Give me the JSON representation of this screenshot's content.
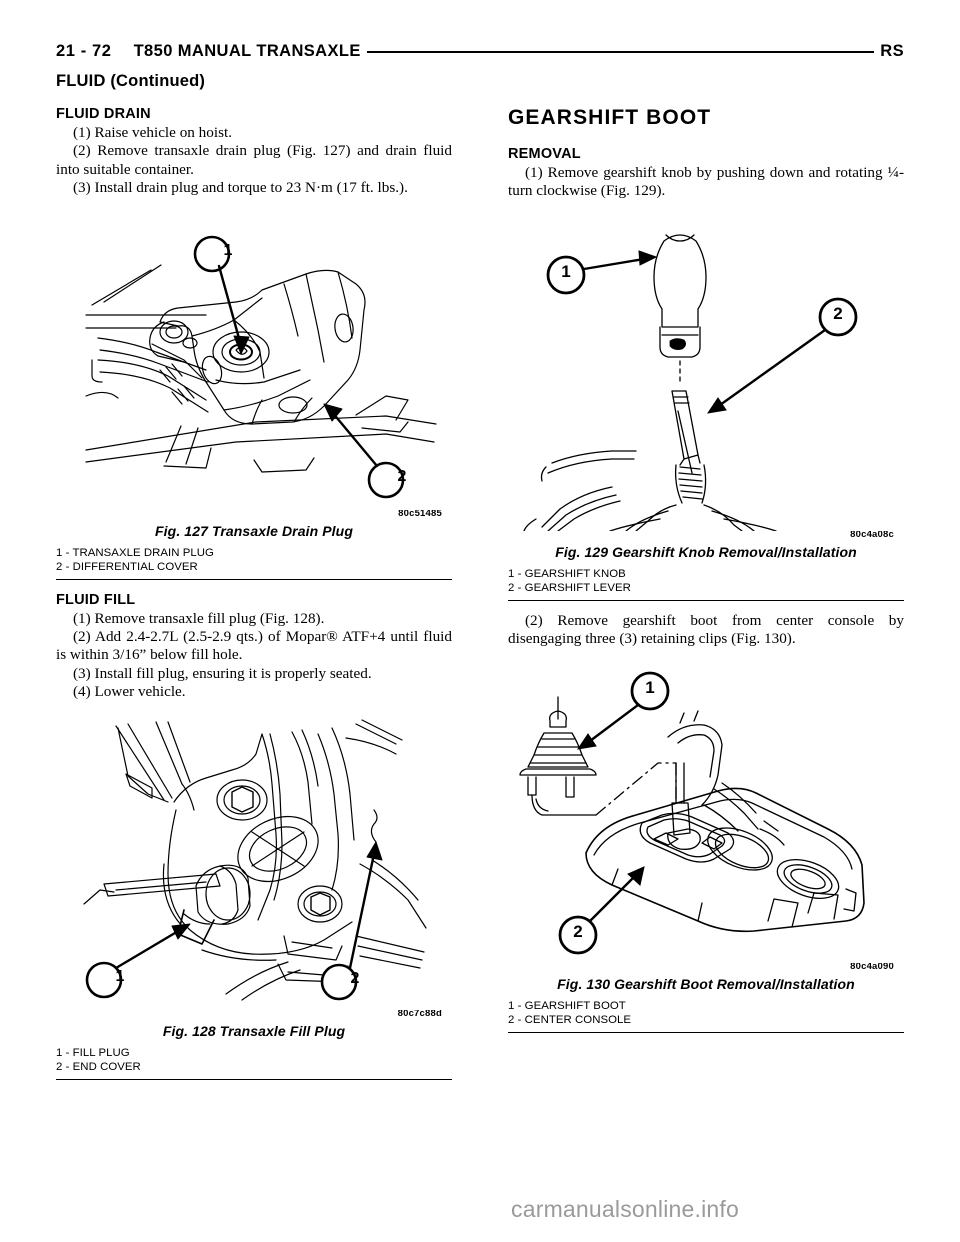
{
  "header": {
    "page_number": "21 - 72",
    "document_title": "T850 MANUAL TRANSAXLE",
    "right_code": "RS",
    "continued_label": "FLUID (Continued)"
  },
  "left_column": {
    "fluid_drain": {
      "heading": "FLUID DRAIN",
      "steps": [
        "(1) Raise vehicle on hoist.",
        "(2) Remove transaxle drain plug (Fig. 127) and drain fluid into suitable container.",
        "(3) Install drain plug and torque to 23 N·m (17 ft. lbs.)."
      ]
    },
    "figure_127": {
      "art_id": "80c51485",
      "caption": "Fig. 127 Transaxle Drain Plug",
      "legend": [
        "1 - TRANSAXLE DRAIN PLUG",
        "2 - DIFFERENTIAL COVER"
      ],
      "callouts": [
        "1",
        "2"
      ]
    },
    "fluid_fill": {
      "heading": "FLUID FILL",
      "steps": [
        "(1) Remove transaxle fill plug (Fig. 128).",
        "(2) Add 2.4-2.7L (2.5-2.9 qts.) of Mopar® ATF+4 until fluid is within 3/16” below fill hole.",
        "(3) Install fill plug, ensuring it is properly seated.",
        "(4) Lower vehicle."
      ]
    },
    "figure_128": {
      "art_id": "80c7c88d",
      "caption": "Fig. 128 Transaxle Fill Plug",
      "legend": [
        "1 - FILL PLUG",
        "2 - END COVER"
      ],
      "callouts": [
        "1",
        "2"
      ]
    }
  },
  "right_column": {
    "gearshift_boot": {
      "heading": "GEARSHIFT BOOT",
      "removal_heading": "REMOVAL",
      "step_1": "(1) Remove gearshift knob by pushing down and rotating ¼-turn clockwise (Fig. 129).",
      "step_2": "(2) Remove gearshift boot from center console by disengaging three (3) retaining clips (Fig. 130)."
    },
    "figure_129": {
      "art_id": "80c4a08c",
      "caption": "Fig. 129 Gearshift Knob Removal/Installation",
      "legend": [
        "1 - GEARSHIFT KNOB",
        "2 - GEARSHIFT LEVER"
      ],
      "callouts": [
        "1",
        "2"
      ]
    },
    "figure_130": {
      "art_id": "80c4a090",
      "caption": "Fig. 130 Gearshift Boot Removal/Installation",
      "legend": [
        "1 - GEARSHIFT BOOT",
        "2 - CENTER CONSOLE"
      ],
      "callouts": [
        "1",
        "2"
      ]
    }
  },
  "watermark": {
    "text": "carmanualsonline.info"
  }
}
